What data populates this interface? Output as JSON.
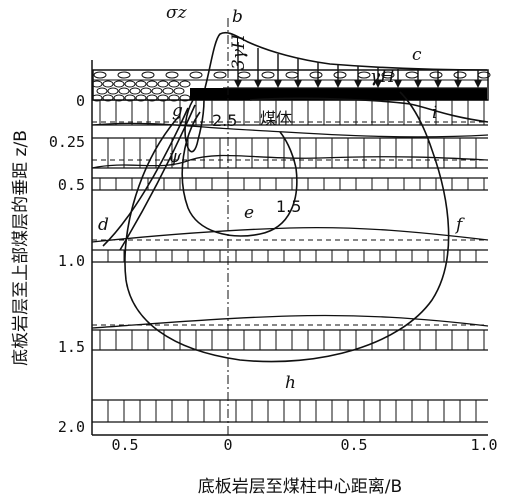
{
  "axes": {
    "x_title": "底板岩层至煤柱中心距离/B",
    "y_title": "底板岩层至上部煤层的垂距 z/B",
    "x_ticks": [
      "0.5",
      "0",
      "0.5",
      "1.0"
    ],
    "y_ticks": [
      "0",
      "0.25",
      "0.5",
      "1.0",
      "1.5",
      "2.0"
    ]
  },
  "labels": {
    "sigma": "σz",
    "b": "b",
    "c": "c",
    "d": "d",
    "e": "e",
    "f": "f",
    "g": "g",
    "h": "h",
    "i": "i",
    "psi": "ψ",
    "three_gamma_h": "3γH",
    "gamma_h": "γH",
    "coal": "煤体",
    "contour_25": "2.5",
    "contour_15": "1.5"
  }
}
